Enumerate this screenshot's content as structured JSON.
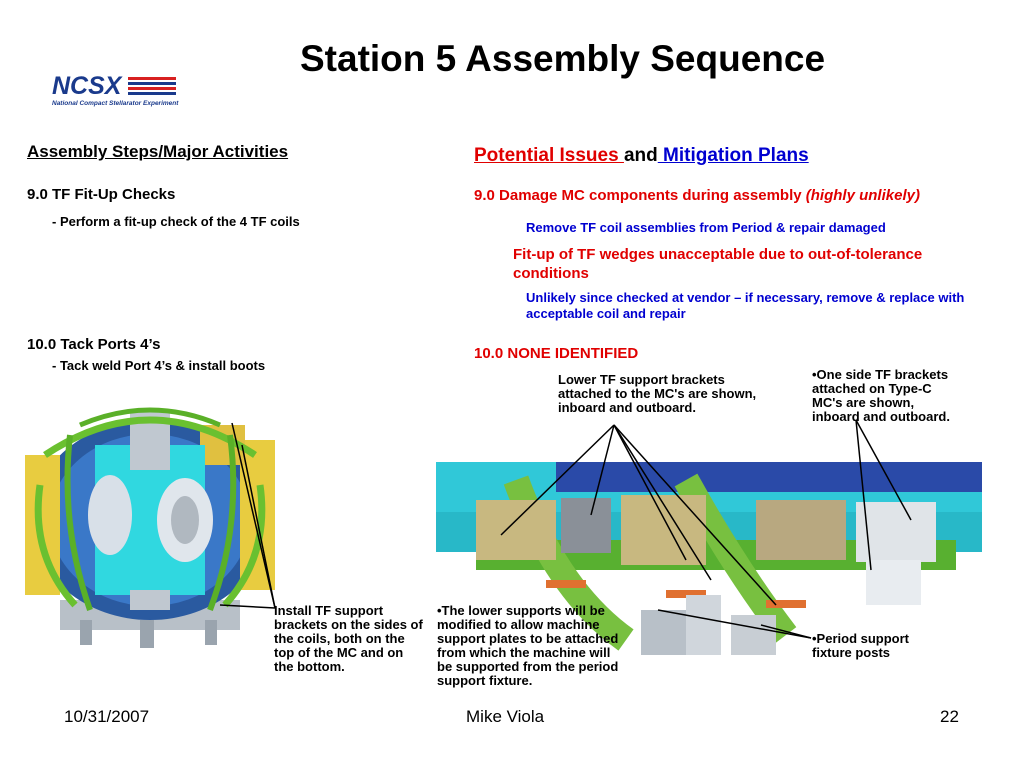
{
  "slide": {
    "title": "Station 5 Assembly Sequence",
    "logo": {
      "text": "NCSX",
      "subtitle": "National Compact Stellarator Experiment"
    }
  },
  "left": {
    "heading": "Assembly Steps/Major Activities",
    "step9": {
      "label": "9.0 TF Fit-Up Checks",
      "sub": "-  Perform a fit-up check of the 4 TF coils"
    },
    "step10": {
      "label": "10.0  Tack Ports 4’s",
      "sub": "-  Tack weld Port 4’s & install boots"
    },
    "callout": "Install TF support brackets on the sides of the coils, both on the top of the MC and on the bottom."
  },
  "right": {
    "heading": {
      "part1": "Potential Issues ",
      "part2": "and",
      "part3": " Mitigation Plans"
    },
    "issue9": {
      "text": "9.0 Damage MC components during assembly ",
      "qualifier": "(highly unlikely)"
    },
    "mitigation1": "Remove TF coil assemblies from Period & repair damaged",
    "issue9b": "Fit-up of TF wedges unacceptable due to out-of-tolerance conditions",
    "mitigation2": "Unlikely since checked at vendor – if necessary, remove & replace with acceptable coil and repair",
    "issue10": "10.0 NONE IDENTIFIED",
    "callout_lower_brackets": "Lower TF support brackets attached to the MC's are shown, inboard and outboard.",
    "callout_one_side": "•One side TF brackets attached on Type-C MC's are shown, inboard and outboard.",
    "callout_lower_supports": "•The lower supports will be modified to allow machine support plates to be attached from which the machine will be supported from the period support fixture.",
    "callout_posts": "•Period support fixture posts"
  },
  "footer": {
    "date": "10/31/2007",
    "author": "Mike Viola",
    "page": "22"
  },
  "colors": {
    "red": "#e00000",
    "blue": "#0000d0",
    "logo_blue": "#1a3a8c",
    "logo_red": "#d82020"
  }
}
